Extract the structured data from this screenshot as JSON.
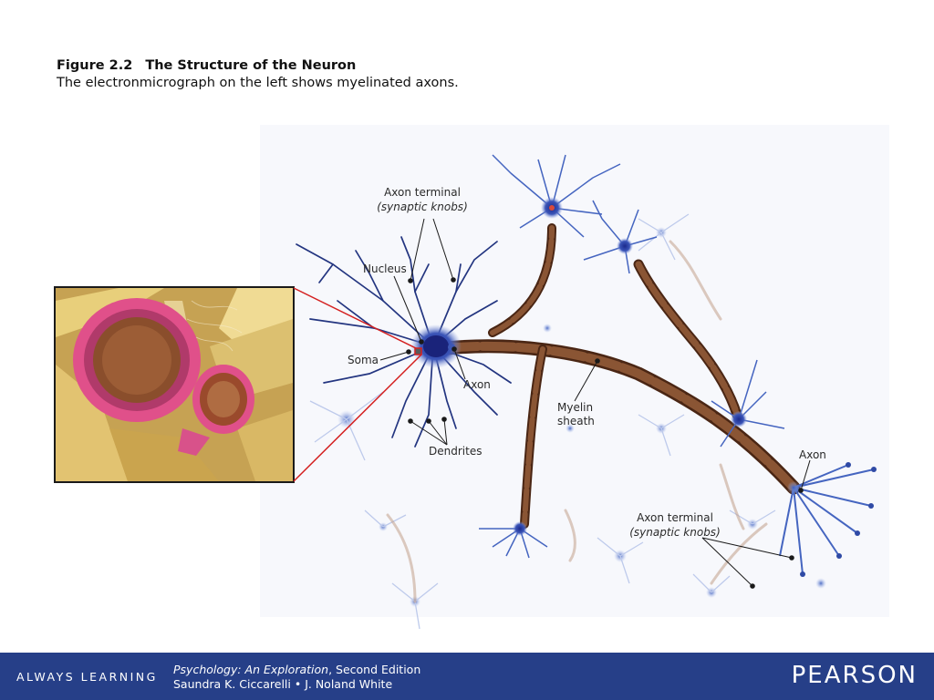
{
  "caption": {
    "figure_number": "Figure 2.2",
    "title": "The Structure of the Neuron",
    "description": "The electronmicrograph on the left shows myelinated axons."
  },
  "labels": {
    "axon_terminal_top": "Axon terminal",
    "axon_terminal_top_sub": "(synaptic knobs)",
    "nucleus": "Nucleus",
    "soma": "Soma",
    "axon_mid": "Axon",
    "dendrites": "Dendrites",
    "myelin_line1": "Myelin",
    "myelin_line2": "sheath",
    "axon_right": "Axon",
    "axon_terminal_bottom": "Axon terminal",
    "axon_terminal_bottom_sub": "(synaptic knobs)"
  },
  "footer": {
    "tagline": "ALWAYS LEARNING",
    "book_title": "Psychology: An Exploration",
    "book_edition": ", Second Edition",
    "authors": "Saundra K. Ciccarelli • J. Noland White",
    "publisher_logo": "PEARSON"
  },
  "colors": {
    "footer_bg": "#263f88",
    "neuron_blue": "#3b5fb0",
    "myelin_brown": "#6b3a22",
    "callout_red": "#d42020",
    "myelin_pink": "#e0508a",
    "axon_yellow": "#e6c25e"
  }
}
